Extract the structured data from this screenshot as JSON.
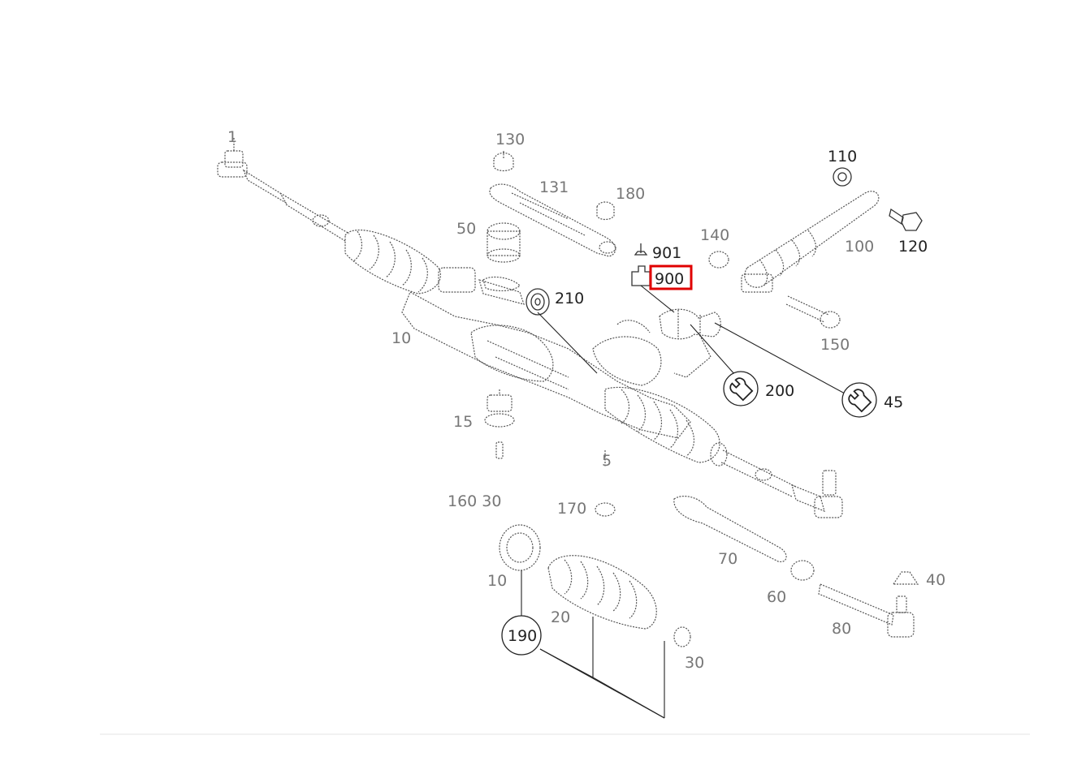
{
  "diagram": {
    "labels": {
      "l1": "1",
      "l130": "130",
      "l131": "131",
      "l180": "180",
      "l50": "50",
      "l10": "10",
      "l210": "210",
      "l901": "901",
      "l900": "900",
      "l140": "140",
      "l110": "110",
      "l120": "120",
      "l100": "100",
      "l150": "150",
      "l200": "200",
      "l45": "45",
      "l15": "15",
      "l5": "5",
      "l160_30": "160 30",
      "l170": "170",
      "l10b": "10",
      "l20": "20",
      "l190": "190",
      "l30": "30",
      "l70": "70",
      "l60": "60",
      "l80": "80",
      "l40": "40"
    },
    "highlighted_part": "900",
    "highlight_color": "#e00000",
    "icons": [
      "wrench-icon",
      "pin-icon",
      "connector-icon"
    ]
  }
}
